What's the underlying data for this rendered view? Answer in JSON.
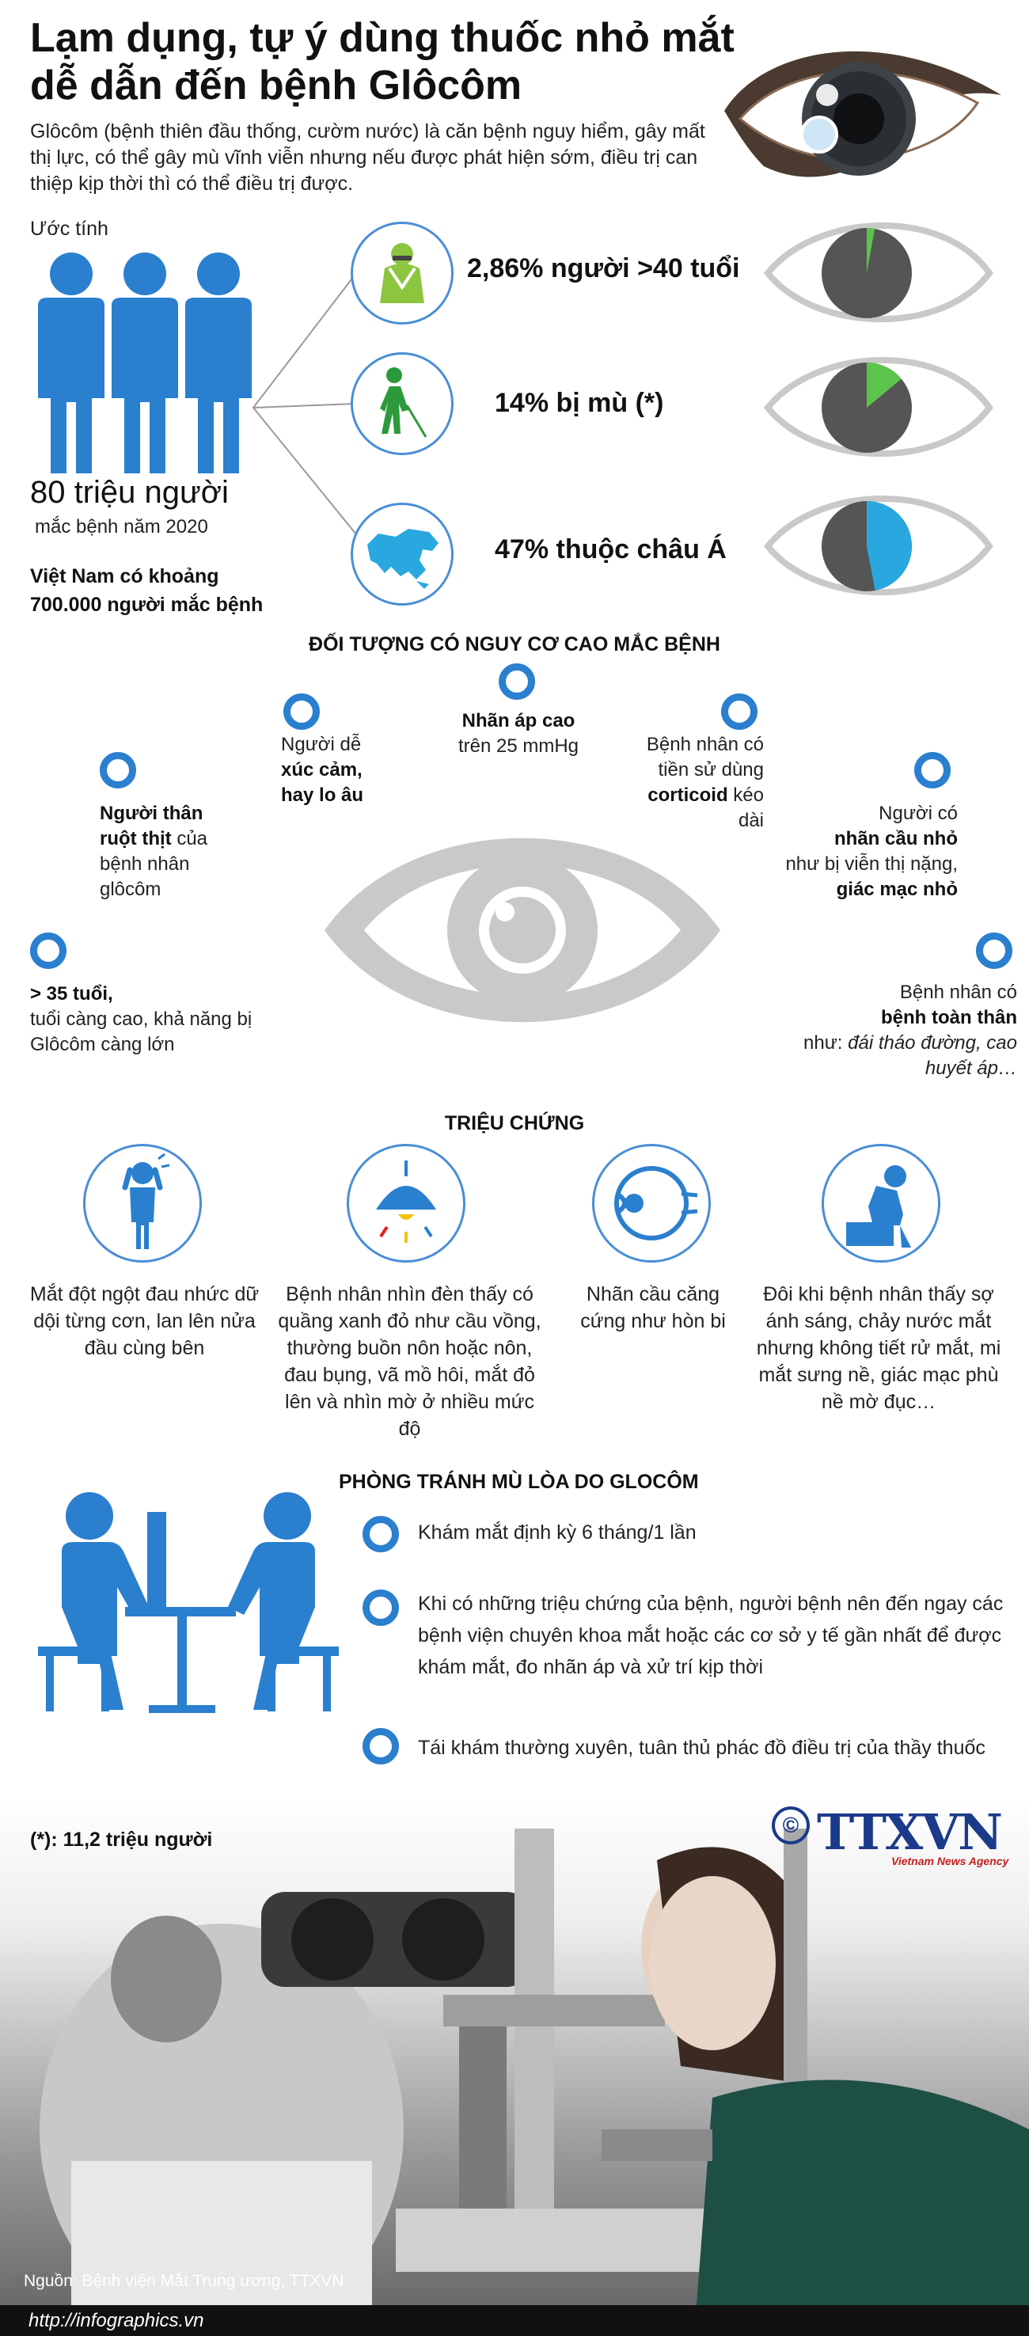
{
  "title_line1": "Lạm dụng, tự ý dùng thuốc nhỏ mắt",
  "title_line2": "dễ dẫn đến bệnh Glôcôm",
  "intro": "Glôcôm (bệnh thiên đầu thống, cườm nước) là căn bệnh nguy hiểm, gây mất thị lực, có thể gây mù vĩnh viễn nhưng nếu được phát hiện sớm, điều trị can thiệp kịp thời thì có thể điều trị được.",
  "estimate": {
    "label": "Ước tính",
    "big": "80 triệu người",
    "sub": "mắc bệnh năm 2020",
    "vietnam": "Việt Nam có khoảng 700.000 người mắc bệnh"
  },
  "stats": [
    {
      "text": "2,86% người >40 tuổi",
      "icon": "elderly-person-icon",
      "fraction": 0.0286
    },
    {
      "text": "14% bị mù (*)",
      "icon": "blind-person-icon",
      "fraction": 0.14
    },
    {
      "text": "47% thuộc châu Á",
      "icon": "asia-map-icon",
      "fraction": 0.47
    }
  ],
  "risk": {
    "heading": "ĐỐI TƯỢNG CÓ NGUY CƠ CAO MẮC BỆNH",
    "items": {
      "pressure_bold": "Nhãn áp cao",
      "pressure_rest": "trên 25 mmHg",
      "emotion_pre": "Người dễ",
      "emotion_bold": "xúc cảm, hay lo âu",
      "corticoid_pre": "Bệnh nhân có tiền sử dùng",
      "corticoid_bold": "corticoid",
      "corticoid_post": "kéo dài",
      "relative_bold": "Người thân ruột thịt",
      "relative_rest": "của bệnh nhân glôcôm",
      "eye_pre": "Người có",
      "eye_bold1": "nhãn cầu nhỏ",
      "eye_mid": "như bị viễn thị nặng,",
      "eye_bold2": "giác mạc nhỏ",
      "age_bold": "> 35 tuổi,",
      "age_rest": "tuổi càng cao, khả năng bị Glôcôm càng lớn",
      "systemic_pre": "Bệnh nhân có",
      "systemic_bold": "bệnh toàn thân",
      "systemic_lead": "như:",
      "systemic_italic": "đái tháo đường, cao huyết áp…"
    }
  },
  "symptoms": {
    "heading": "TRIỆU CHỨNG",
    "items": [
      {
        "text": "Mắt đột ngột đau nhức dữ dội từng cơn, lan lên nửa đầu cùng bên",
        "icon": "headache-person-icon"
      },
      {
        "text": "Bệnh nhân nhìn đèn thấy có quầng xanh đỏ như cầu vồng, thường buồn nôn hoặc nôn, đau bụng, vã mồ hôi, mắt đỏ lên và nhìn mờ ở nhiều mức độ",
        "icon": "lamp-icon"
      },
      {
        "text": "Nhãn cầu căng cứng như hòn bi",
        "icon": "eyeball-icon"
      },
      {
        "text": "Đôi khi bệnh nhân thấy sợ ánh sáng, chảy nước mắt nhưng không tiết rử mắt, mi mắt sưng nề, giác mạc phù nề mờ đục…",
        "icon": "sad-person-icon"
      }
    ]
  },
  "prevention": {
    "heading": "PHÒNG TRÁNH MÙ LÒA DO GLOCÔM",
    "items": [
      "Khám mắt định kỳ 6 tháng/1 lần",
      "Khi có những triệu chứng của bệnh, người bệnh nên đến ngay các bệnh viện chuyên khoa mắt hoặc các cơ sở y tế gần nhất để được khám mắt, đo nhãn áp và xử trí kịp thời",
      "Tái khám thường xuyên, tuân thủ phác đồ điều trị của thầy thuốc"
    ]
  },
  "footnote": "(*): 11,2 triệu người",
  "logo": {
    "copyright": "©",
    "name": "TTXVN",
    "sub": "Vietnam News Agency"
  },
  "source": "Nguồn: Bệnh viện Mắt Trung ương, TTXVN",
  "website": "http://infographics.vn",
  "colors": {
    "blue": "#2a7fce",
    "green": "#5cc44a",
    "pie_dark": "#555555",
    "pie_blue": "#29a8e0",
    "eye_gray": "#c9c9c9"
  }
}
